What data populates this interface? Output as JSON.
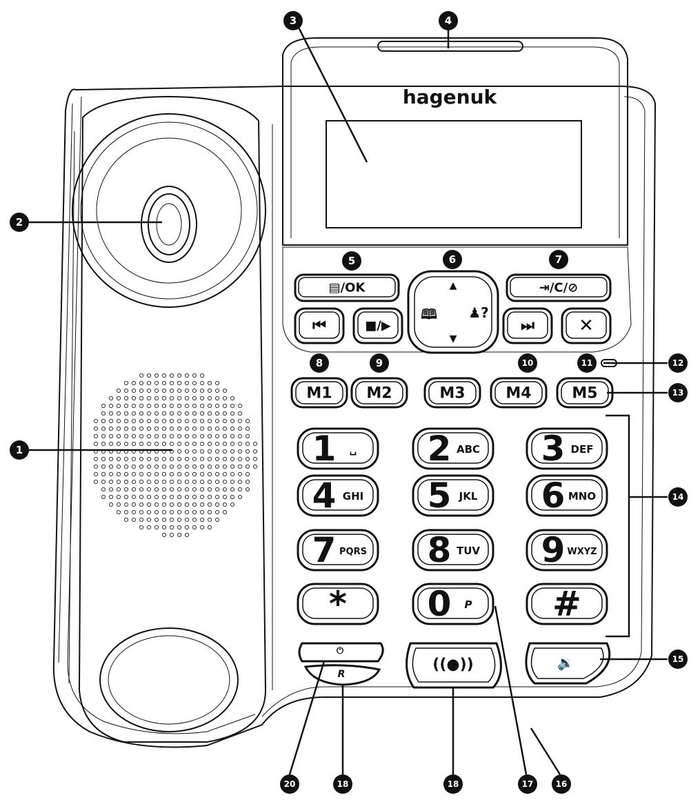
{
  "device": {
    "brand": "hagenuk"
  },
  "keypad": {
    "keys": [
      {
        "digit": "1",
        "letters": "␣"
      },
      {
        "digit": "2",
        "letters": "ABC"
      },
      {
        "digit": "3",
        "letters": "DEF"
      },
      {
        "digit": "4",
        "letters": "GHI"
      },
      {
        "digit": "5",
        "letters": "JKL"
      },
      {
        "digit": "6",
        "letters": "MNO"
      },
      {
        "digit": "7",
        "letters": "PQRS"
      },
      {
        "digit": "8",
        "letters": "TUV"
      },
      {
        "digit": "9",
        "letters": "WXYZ"
      },
      {
        "digit": "*",
        "letters": ""
      },
      {
        "digit": "0",
        "letters": "P"
      },
      {
        "digit": "#",
        "letters": ""
      }
    ]
  },
  "memory_keys": [
    "M1",
    "M2",
    "M3",
    "M4",
    "M5"
  ],
  "control_keys": {
    "ok": "▤/OK",
    "c": "⇥/C/⊘",
    "prev": "⏮",
    "play": "■/▶",
    "next": "⏭",
    "cancel": "✕",
    "nav_up": "▲",
    "nav_down": "▼",
    "nav_book": "🕮",
    "nav_caller": "♟?",
    "redial_r": "R",
    "power": "⏻",
    "speaker": "🔉",
    "ring": "((●))"
  },
  "callouts": [
    "1",
    "2",
    "3",
    "4",
    "5",
    "6",
    "7",
    "8",
    "9",
    "10",
    "11",
    "12",
    "13",
    "14",
    "15",
    "16",
    "17",
    "18",
    "18",
    "20"
  ]
}
